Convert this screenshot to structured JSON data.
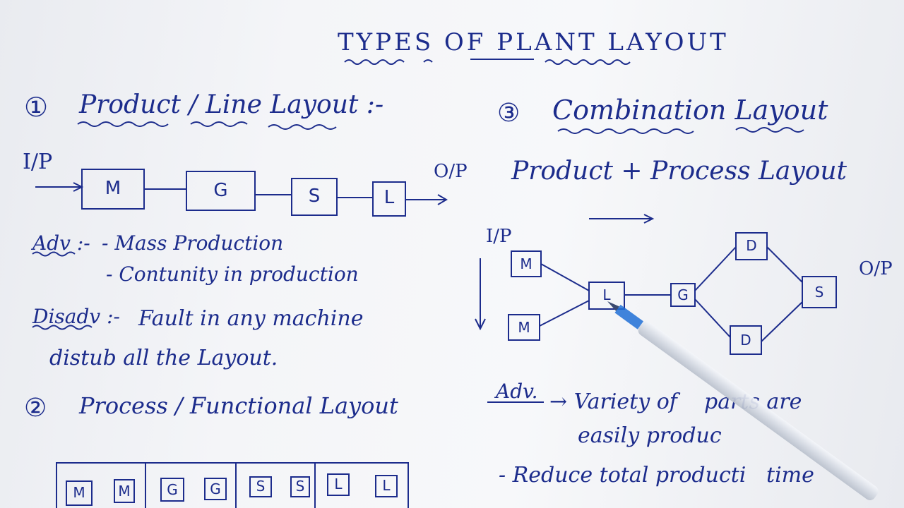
{
  "title": "TYPES OF PLANT LAYOUT",
  "section1": {
    "number": "①",
    "heading": "Product / Line Layout :-",
    "input_label": "I/P",
    "output_label": "O/P",
    "machines": [
      "M",
      "G",
      "S",
      "L"
    ],
    "adv_label": "Adv :-",
    "advantages": [
      "- Mass Production",
      "- Contunity in production"
    ],
    "disadv_label": "Disadv :-",
    "disadvantage_line1": "Fault in any machine",
    "disadvantage_line2": "distub all the Layout."
  },
  "section2": {
    "number": "②",
    "heading": "Process / Functional Layout",
    "groups": [
      [
        "M",
        "M"
      ],
      [
        "G",
        "G"
      ],
      [
        "S",
        "S"
      ],
      [
        "L",
        "L"
      ]
    ]
  },
  "section3": {
    "number": "③",
    "heading": "Combination Layout",
    "subheading": "Product + Process Layout",
    "input_label": "I/P",
    "output_label": "O/P",
    "nodes": {
      "m1": "M",
      "m2": "M",
      "l": "L",
      "g": "G",
      "d1": "D",
      "d2": "D",
      "s": "S"
    },
    "adv_label": "Adv.",
    "adv_line1": "→ Variety of    parts are",
    "adv_line2": "easily produc",
    "adv_line3": "- Reduce total producti   time"
  }
}
